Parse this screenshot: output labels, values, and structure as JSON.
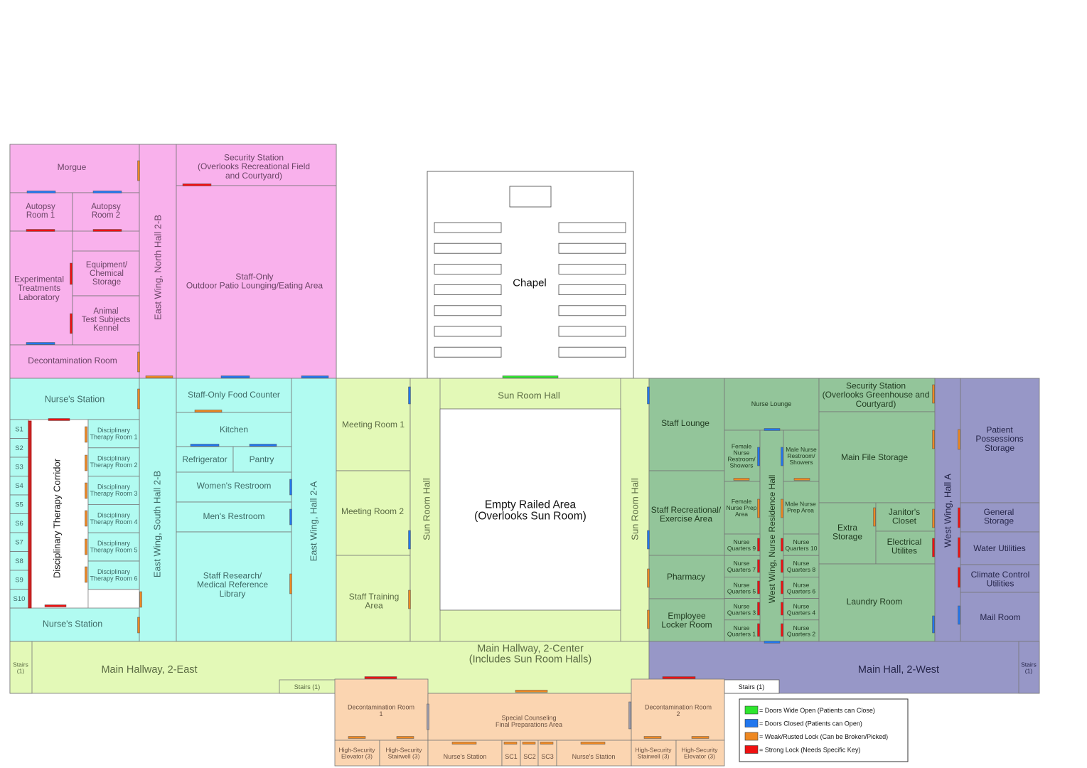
{
  "colors": {
    "east_pink": "#f9b1ec",
    "east_cyan": "#b1fbf1",
    "center_green": "#e3f9b7",
    "west_green": "#93c59a",
    "west_purple": "#9797c7",
    "south_orange": "#fbd5b1",
    "wall": "#777777",
    "text_pink": "#6b4566",
    "text_cyan": "#3e6a66",
    "text_green": "#5a6a43",
    "text_dark": "#1f3a1f",
    "text_purple": "#26264a",
    "text_orange": "#6a5040",
    "door_open": "#2ee62e",
    "door_closed": "#2277ee",
    "door_weak": "#ee8822",
    "door_strong": "#ee1111"
  },
  "rooms": {
    "morgue": "Morgue",
    "autopsy1": "Autopsy\nRoom 1",
    "autopsy2": "Autopsy\nRoom 2",
    "equipment": "Equipment/\nChemical\nStorage",
    "experimental": "Experimental\nTreatments\nLaboratory",
    "animal": "Animal\nTest Subjects\nKennel",
    "decon_east": "Decontamination Room",
    "north_hall_2b": "East Wing, North Hall 2-B",
    "security_east": "Security Station\n(Overlooks Recreational Field\nand Courtyard)",
    "patio": "Staff-Only\nOutdoor Patio Lounging/Eating Area",
    "chapel": "Chapel",
    "nurse_station_top": "Nurse's Station",
    "nurse_station_bottom": "Nurse's Station",
    "cells": [
      "S1",
      "S2",
      "S3",
      "S4",
      "S5",
      "S6",
      "S7",
      "S8",
      "S9",
      "S10"
    ],
    "corridor": "Disciplinary Therapy Corridor",
    "therapy_rooms": [
      "Disciplinary\nTherapy Room 1",
      "Disciplinary\nTherapy Room 2",
      "Disciplinary\nTherapy Room 3",
      "Disciplinary\nTherapy Room  4",
      "Disciplinary\nTherapy Room  5",
      "Disciplinary\nTherapy Room 6"
    ],
    "south_hall_2b": "East Wing, South Hall 2-B",
    "food_counter": "Staff-Only Food Counter",
    "kitchen": "Kitchen",
    "refrigerator": "Refrigerator",
    "pantry": "Pantry",
    "womens_restroom": "Women's Restroom",
    "mens_restroom": "Men's Restroom",
    "library": "Staff Research/\nMedical Reference\nLibrary",
    "hall_2a": "East Wing, Hall 2-A",
    "meeting1": "Meeting Room 1",
    "meeting2": "Meeting Room 2",
    "staff_training": "Staff Training\nArea",
    "sun_room_hall_top": "Sun Room Hall",
    "sun_room_hall_left": "Sun Room Hall",
    "sun_room_hall_right": "Sun Room Hall",
    "empty_railed": "Empty Railed Area\n(Overlooks Sun Room)",
    "main_hall_center": "Main Hallway, 2-Center\n(Includes Sun Room Halls)",
    "main_hall_east": "Main Hallway, 2-East",
    "stairs_east": "Stairs\n(1)",
    "stairs_mid_east": "Stairs (1)",
    "staff_lounge": "Staff Lounge",
    "nurse_lounge": "Nurse Lounge",
    "staff_rec": "Staff Recreational/\nExercise Area",
    "female_restroom": "Female\nNurse\nRestroom/\nShowers",
    "female_prep": "Female\nNurse Prep\nArea",
    "male_restroom": "Male Nurse\nRestroom/\nShowers",
    "male_prep": "Male Nurse\nPrep Area",
    "nurse_residence_hall": "West Wing, Nurse Residence Hall",
    "quarters_left": [
      "Nurse\nQuarters 9",
      "Nurse\nQuarters 7",
      "Nurse\nQuarters 5",
      "Nurse\nQuarters 3",
      "Nurse\nQuarters 1"
    ],
    "quarters_right": [
      "Nurse\nQuarters 10",
      "Nurse\nQuarters 8",
      "Nurse\nQuarters 6",
      "Nurse\nQuarters 4",
      "Nurse\nQuarters 2"
    ],
    "pharmacy": "Pharmacy",
    "employee_locker": "Employee\nLocker Room",
    "security_west": "Security Station\n(Overlooks Greenhouse and\nCourtyard)",
    "main_file": "Main File Storage",
    "extra_storage": "Extra\nStorage",
    "janitor": "Janitor's\nCloset",
    "electrical": "Electrical\nUtilites",
    "laundry": "Laundry Room",
    "hall_a": "West Wing, Hall A",
    "patient_possessions": "Patient\nPossessions\nStorage",
    "general_storage": "General\nStorage",
    "water": "Water Utilities",
    "climate": "Climate Control\nUtilities",
    "mail": "Mail Room",
    "main_hall_west": "Main Hall, 2-West",
    "stairs_west": "Stairs\n(1)",
    "stairs_mid_west": "Stairs (1)",
    "decon1": "Decontamination Room\n1",
    "decon2": "Decontamination Room\n2",
    "special_counseling": "Special Counseling\nFinal Preparations Area",
    "hs_elevator_left": "High-Security\nElevator (3)",
    "hs_stairwell_left": "High-Security\nStairwell (3)",
    "nurse_station_s1": "Nurse's Station",
    "sc1": "SC1",
    "sc2": "SC2",
    "sc3": "SC3",
    "nurse_station_s2": "Nurse's Station",
    "hs_stairwell_right": "High-Security\nStairwell (3)",
    "hs_elevator_right": "High-Security\nElevator (3)"
  },
  "legend": [
    {
      "label": "= Doors Wide Open (Patients can Close)",
      "color": "#2ee62e"
    },
    {
      "label": "= Doors Closed (Patients can Open)",
      "color": "#2277ee"
    },
    {
      "label": "= Weak/Rusted Lock (Can be Broken/Picked)",
      "color": "#ee8822"
    },
    {
      "label": "= Strong Lock (Needs Specific Key)",
      "color": "#ee1111"
    }
  ]
}
